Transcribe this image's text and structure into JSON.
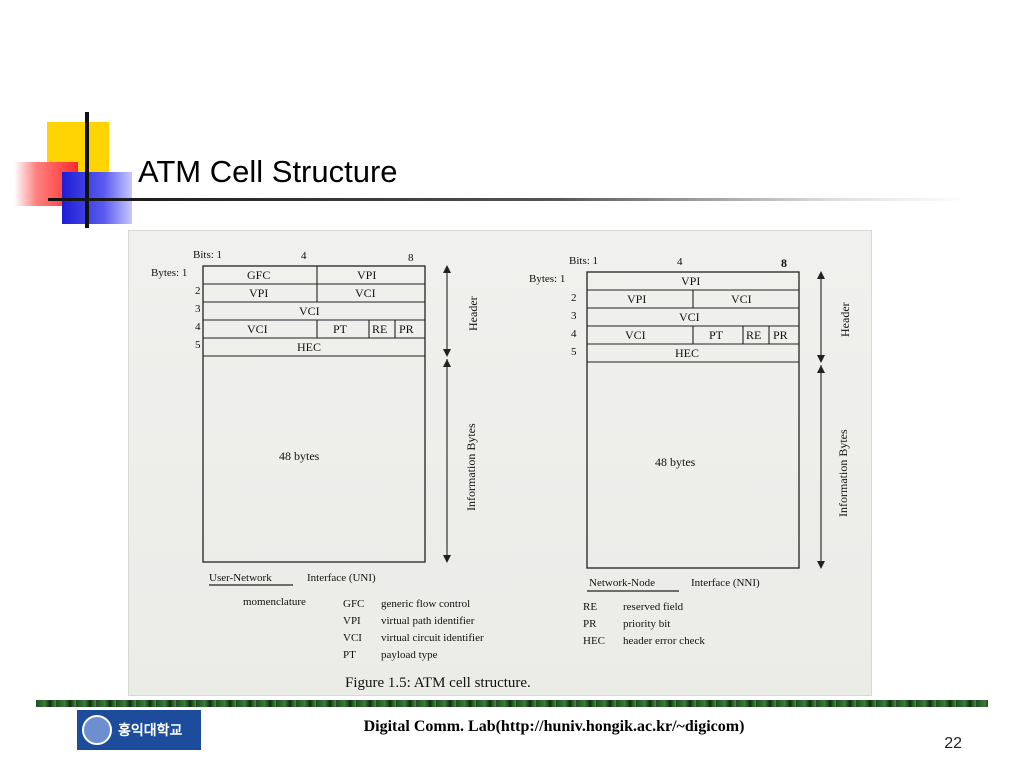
{
  "slide": {
    "title": "ATM Cell Structure",
    "footer": "Digital Comm. Lab(http://huniv.hongik.ac.kr/~digicom)",
    "page_number": "22",
    "university_logo_text": "홍익대학교"
  },
  "figure": {
    "uni": {
      "bits_label": "Bits: 1",
      "bit_4": "4",
      "bit_8": "8",
      "bytes_label": "Bytes: 1",
      "byte_rows": [
        "2",
        "3",
        "4",
        "5"
      ],
      "gfc": "GFC",
      "vpi": "VPI",
      "vci": "VCI",
      "pt": "PT",
      "re": "RE",
      "pr": "PR",
      "hec": "HEC",
      "payload": "48  bytes",
      "header_label": "Header",
      "info_label": "Information  Bytes",
      "interface_prefix": "User-Network",
      "interface_suffix": "Interface (UNI)"
    },
    "nni": {
      "bits_label": "Bits: 1",
      "bit_4": "4",
      "bit_8": "8",
      "bytes_label": "Bytes: 1",
      "byte_rows": [
        "2",
        "3",
        "4",
        "5"
      ],
      "vpi": "VPI",
      "vci": "VCI",
      "pt": "PT",
      "re": "RE",
      "pr": "PR",
      "hec": "HEC",
      "payload": "48  bytes",
      "header_label": "Header",
      "info_label": "Information  Bytes",
      "interface_prefix": "Network-Node",
      "interface_suffix": "Interface (NNI)"
    },
    "nomenclature_label": "momenclature",
    "legend_left": [
      {
        "abbr": "GFC",
        "desc": "generic  flow  control"
      },
      {
        "abbr": "VPI",
        "desc": "virtual  path  identifier"
      },
      {
        "abbr": "VCI",
        "desc": "virtual circuit  identifier"
      },
      {
        "abbr": "PT",
        "desc": "payload  type"
      }
    ],
    "legend_right": [
      {
        "abbr": "RE",
        "desc": "reserved  field"
      },
      {
        "abbr": "PR",
        "desc": "priority  bit"
      },
      {
        "abbr": "HEC",
        "desc": "header  error  check"
      }
    ],
    "caption": "Figure 1.5:  ATM cell structure."
  }
}
